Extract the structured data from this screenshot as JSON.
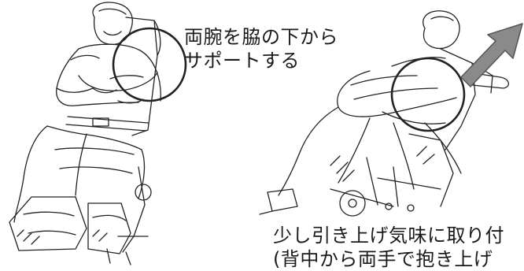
{
  "captions": {
    "support_line1": "両腕を脇の下から",
    "support_line2": "サポートする",
    "lift_line1": "少し引き上げ気味に取り付",
    "lift_line2": "(背中から両手で抱き上げ"
  },
  "colors": {
    "line": "#222222",
    "arrow_fill": "#8a8a8a",
    "arrow_stroke": "#555555"
  },
  "icons": {
    "arrow": "up-right-arrow-icon",
    "highlight": "circle-highlight"
  }
}
